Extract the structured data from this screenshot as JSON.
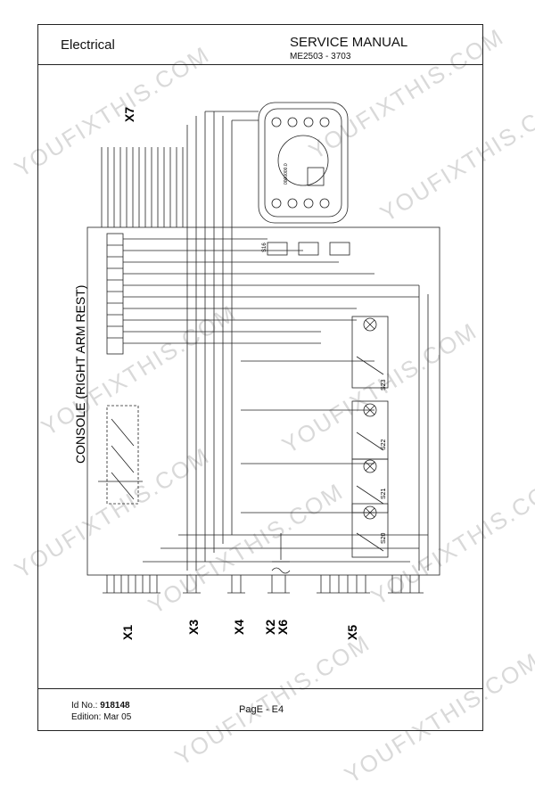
{
  "header": {
    "section": "Electrical",
    "title": "SERVICE MANUAL",
    "doc_number": "ME2503 - 3703"
  },
  "footer": {
    "id_label": "Id No.:",
    "id_value": "918148",
    "edition_label": "Edition:",
    "edition_value": "Mar 05",
    "page": "PagE - E4"
  },
  "diagram": {
    "console_label": "CONSOLE (RIGHT ARM REST)",
    "connectors": {
      "x7": "X7",
      "x1": "X1",
      "x3": "X3",
      "x4": "X4",
      "x2": "X2",
      "x6": "X6",
      "x5": "X5"
    },
    "switches": [
      "S22",
      "S21",
      "S20",
      "S23"
    ],
    "switch_s16": "S16",
    "display_value": "0000000.0"
  },
  "watermark": "YOUFIXTHIS.COM"
}
